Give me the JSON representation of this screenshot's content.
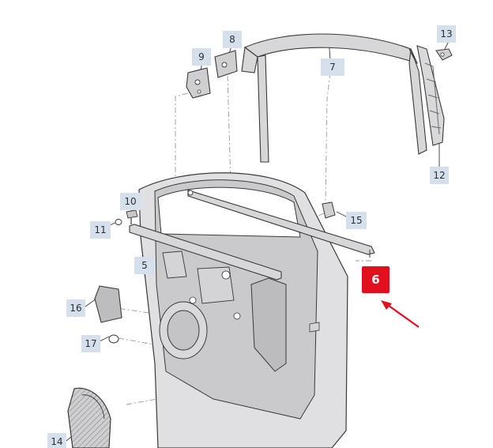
{
  "diagram": {
    "callouts": [
      {
        "id": "5",
        "label": "5"
      },
      {
        "id": "6",
        "label": "6"
      },
      {
        "id": "7",
        "label": "7"
      },
      {
        "id": "8",
        "label": "8"
      },
      {
        "id": "9",
        "label": "9"
      },
      {
        "id": "10",
        "label": "10"
      },
      {
        "id": "11",
        "label": "11"
      },
      {
        "id": "12",
        "label": "12"
      },
      {
        "id": "13",
        "label": "13"
      },
      {
        "id": "14",
        "label": "14"
      },
      {
        "id": "15",
        "label": "15"
      },
      {
        "id": "16",
        "label": "16"
      },
      {
        "id": "17",
        "label": "17"
      }
    ],
    "selected_part": "6"
  },
  "colors": {
    "callout_bg": "#d6dfec",
    "selected_bg": "#e2101f",
    "arrow": "#e2101f",
    "line": "#3a3a3a",
    "part_fill": "#d7d7d9",
    "panel_fill": "#bcbcbf"
  }
}
